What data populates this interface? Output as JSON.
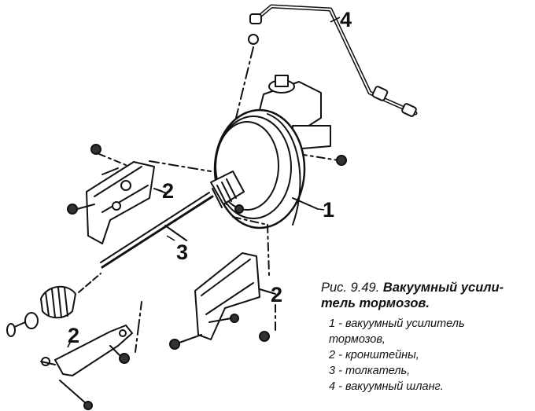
{
  "callouts": {
    "booster": "1",
    "bracket_left": "2",
    "pushrod": "3",
    "bracket_right": "2",
    "bracket_bottom": "2",
    "hose": "4"
  },
  "caption": {
    "figure_number": "Рис. 9.49.",
    "title": "Вакуумный усили-тель тормозов.",
    "title_line1": "Вакуумный усили-",
    "title_line2": "тель тормозов.",
    "legend": [
      "1 - вакуумный усилитель",
      "тормозов,",
      "2 - кронштейны,",
      "3 - толкатель,",
      "4 - вакуумный шланг."
    ]
  },
  "colors": {
    "ink": "#111111",
    "paper": "#ffffff"
  }
}
